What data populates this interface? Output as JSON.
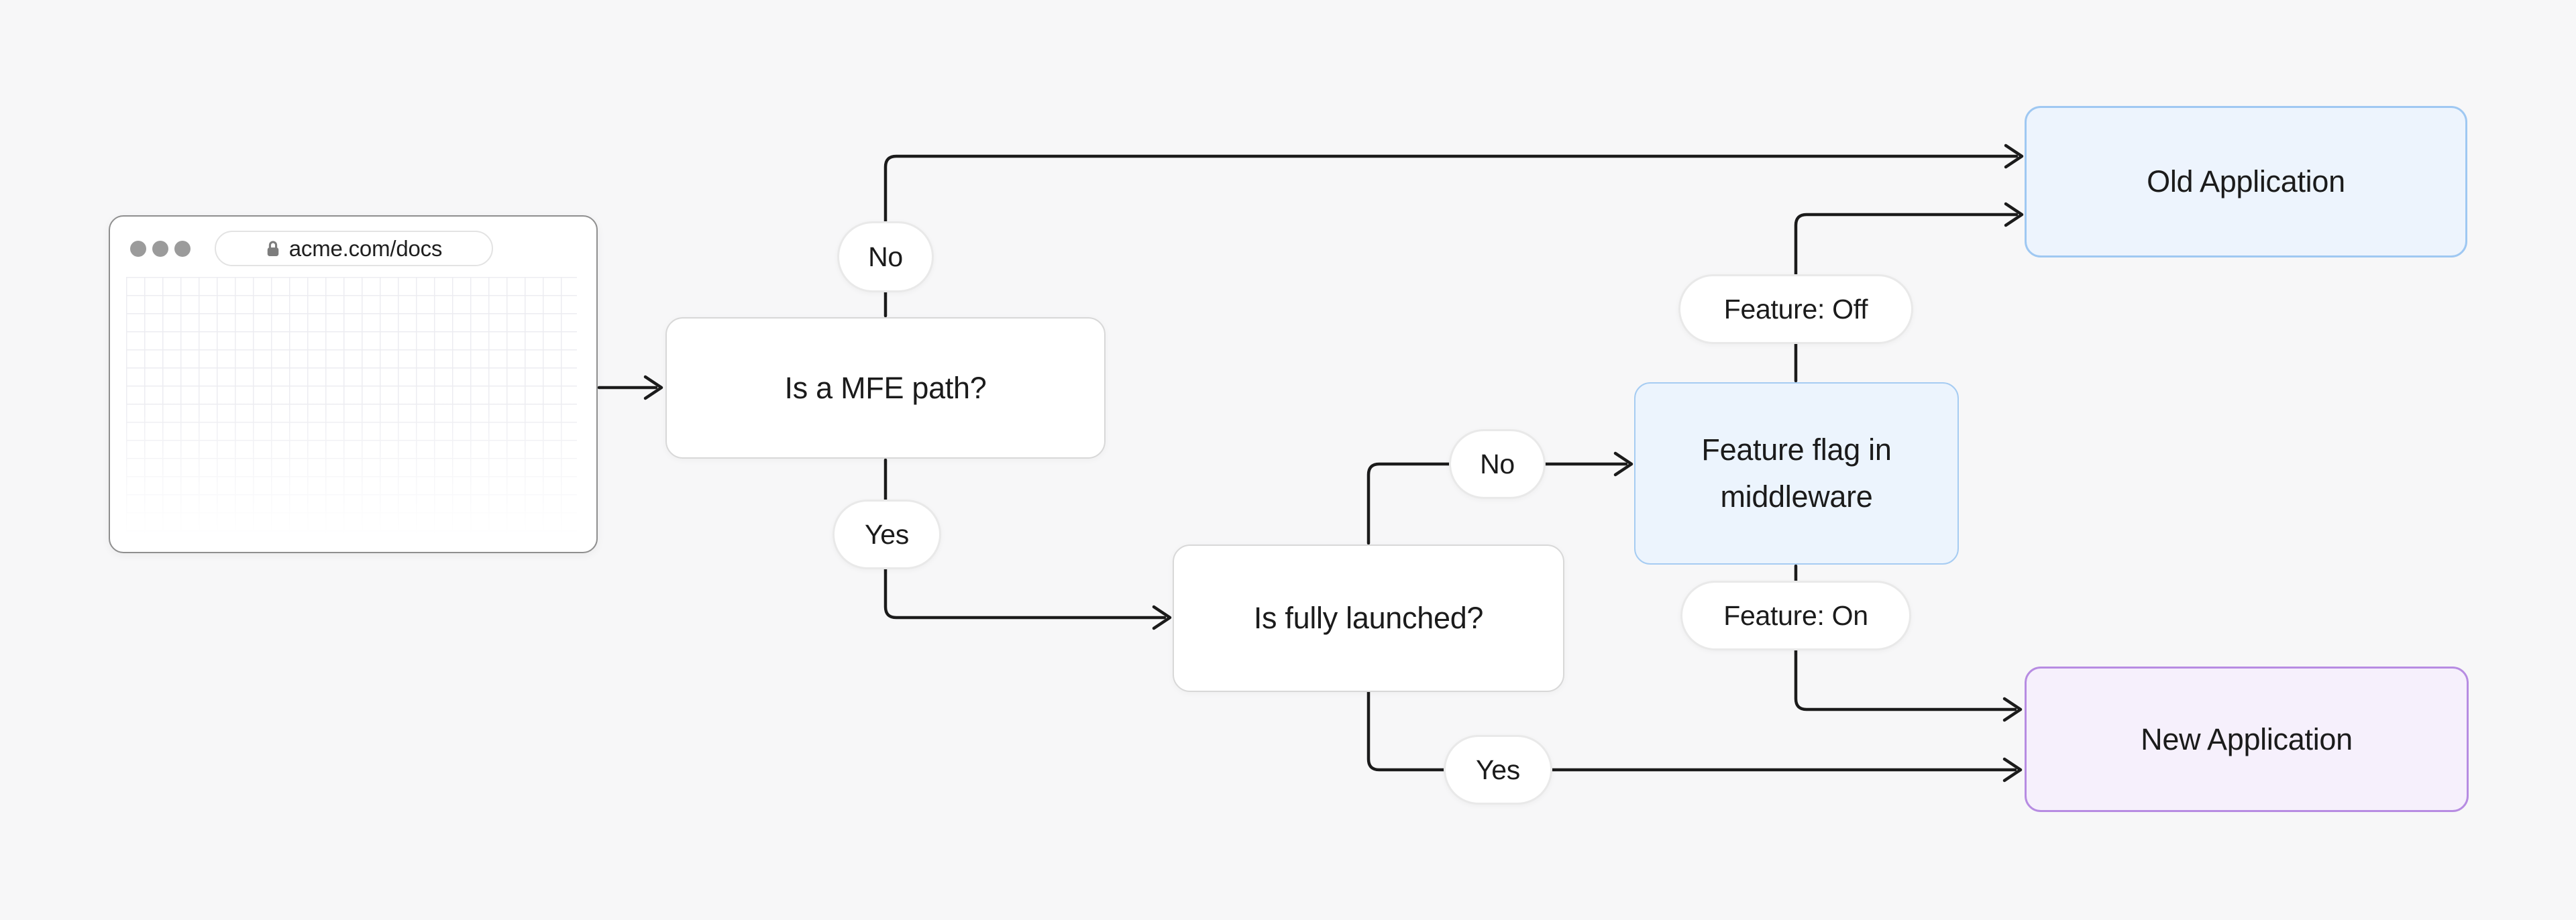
{
  "diagram": {
    "background_color": "#f7f7f8",
    "connector_color": "#1b1b1b"
  },
  "browser": {
    "url_text": "acme.com/docs",
    "lock_icon": "padlock-icon",
    "traffic_light_count": 3
  },
  "nodes": {
    "mfe": {
      "label": "Is a MFE path?",
      "fill": "#ffffff",
      "border": "#d8d8d8"
    },
    "launched": {
      "label": "Is fully launched?",
      "fill": "#ffffff",
      "border": "#d8d8d8"
    },
    "feature": {
      "label": "Feature flag in middleware",
      "fill": "#ecf4fd",
      "border": "#a6ccf2"
    },
    "old": {
      "label": "Old Application",
      "fill": "#edf4fd",
      "border": "#9fc8f2"
    },
    "new": {
      "label": "New Application",
      "fill": "#f6f0fc",
      "border": "#b78ce2"
    }
  },
  "edges": [
    {
      "from": "browser",
      "to": "mfe",
      "label": ""
    },
    {
      "from": "mfe",
      "to": "old",
      "label": "No"
    },
    {
      "from": "mfe",
      "to": "launched",
      "label": "Yes"
    },
    {
      "from": "launched",
      "to": "feature",
      "label": "No"
    },
    {
      "from": "feature",
      "to": "old",
      "label": "Feature: Off"
    },
    {
      "from": "feature",
      "to": "new",
      "label": "Feature: On"
    },
    {
      "from": "launched",
      "to": "new",
      "label": "Yes"
    }
  ]
}
